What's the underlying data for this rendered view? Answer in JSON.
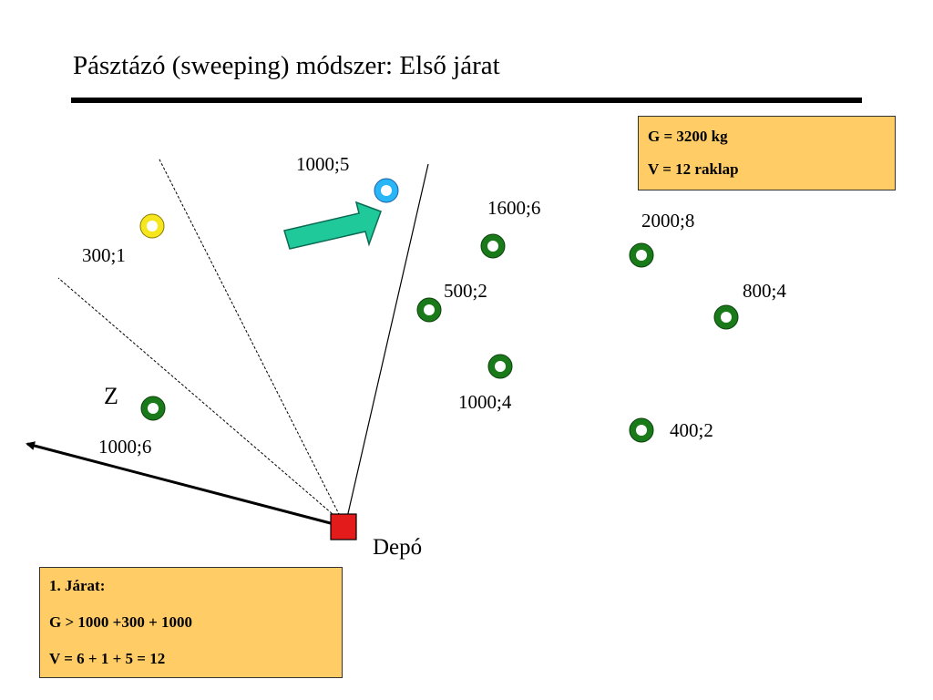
{
  "title": "Pásztázó (sweeping) módszer: Első járat",
  "capacity_box": {
    "line1": "G = 3200 kg",
    "line2": "V = 12 raklap"
  },
  "route_box": {
    "line1": "1. Járat:",
    "line2": "G > 1000 +300 + 1000",
    "line3": "V = 6 + 1 + 5 = 12"
  },
  "depot_label": "Depó",
  "z_label": "Z",
  "customers": [
    {
      "label": "1000;5",
      "state": "current"
    },
    {
      "label": "300;1",
      "state": "selected"
    },
    {
      "label": "1000;6",
      "state": "start"
    },
    {
      "label": "1600;6",
      "state": "unserved"
    },
    {
      "label": "500;2",
      "state": "unserved"
    },
    {
      "label": "1000;4",
      "state": "unserved"
    },
    {
      "label": "2000;8",
      "state": "unserved"
    },
    {
      "label": "800;4",
      "state": "unserved"
    },
    {
      "label": "400;2",
      "state": "unserved"
    }
  ],
  "colors": {
    "unserved": "#1a7a1a",
    "selected": "#f5e61e",
    "current": "#29b6f6",
    "depot": "#e31b1b",
    "arrow": "#1fc99a",
    "box": "#ffcc66"
  }
}
